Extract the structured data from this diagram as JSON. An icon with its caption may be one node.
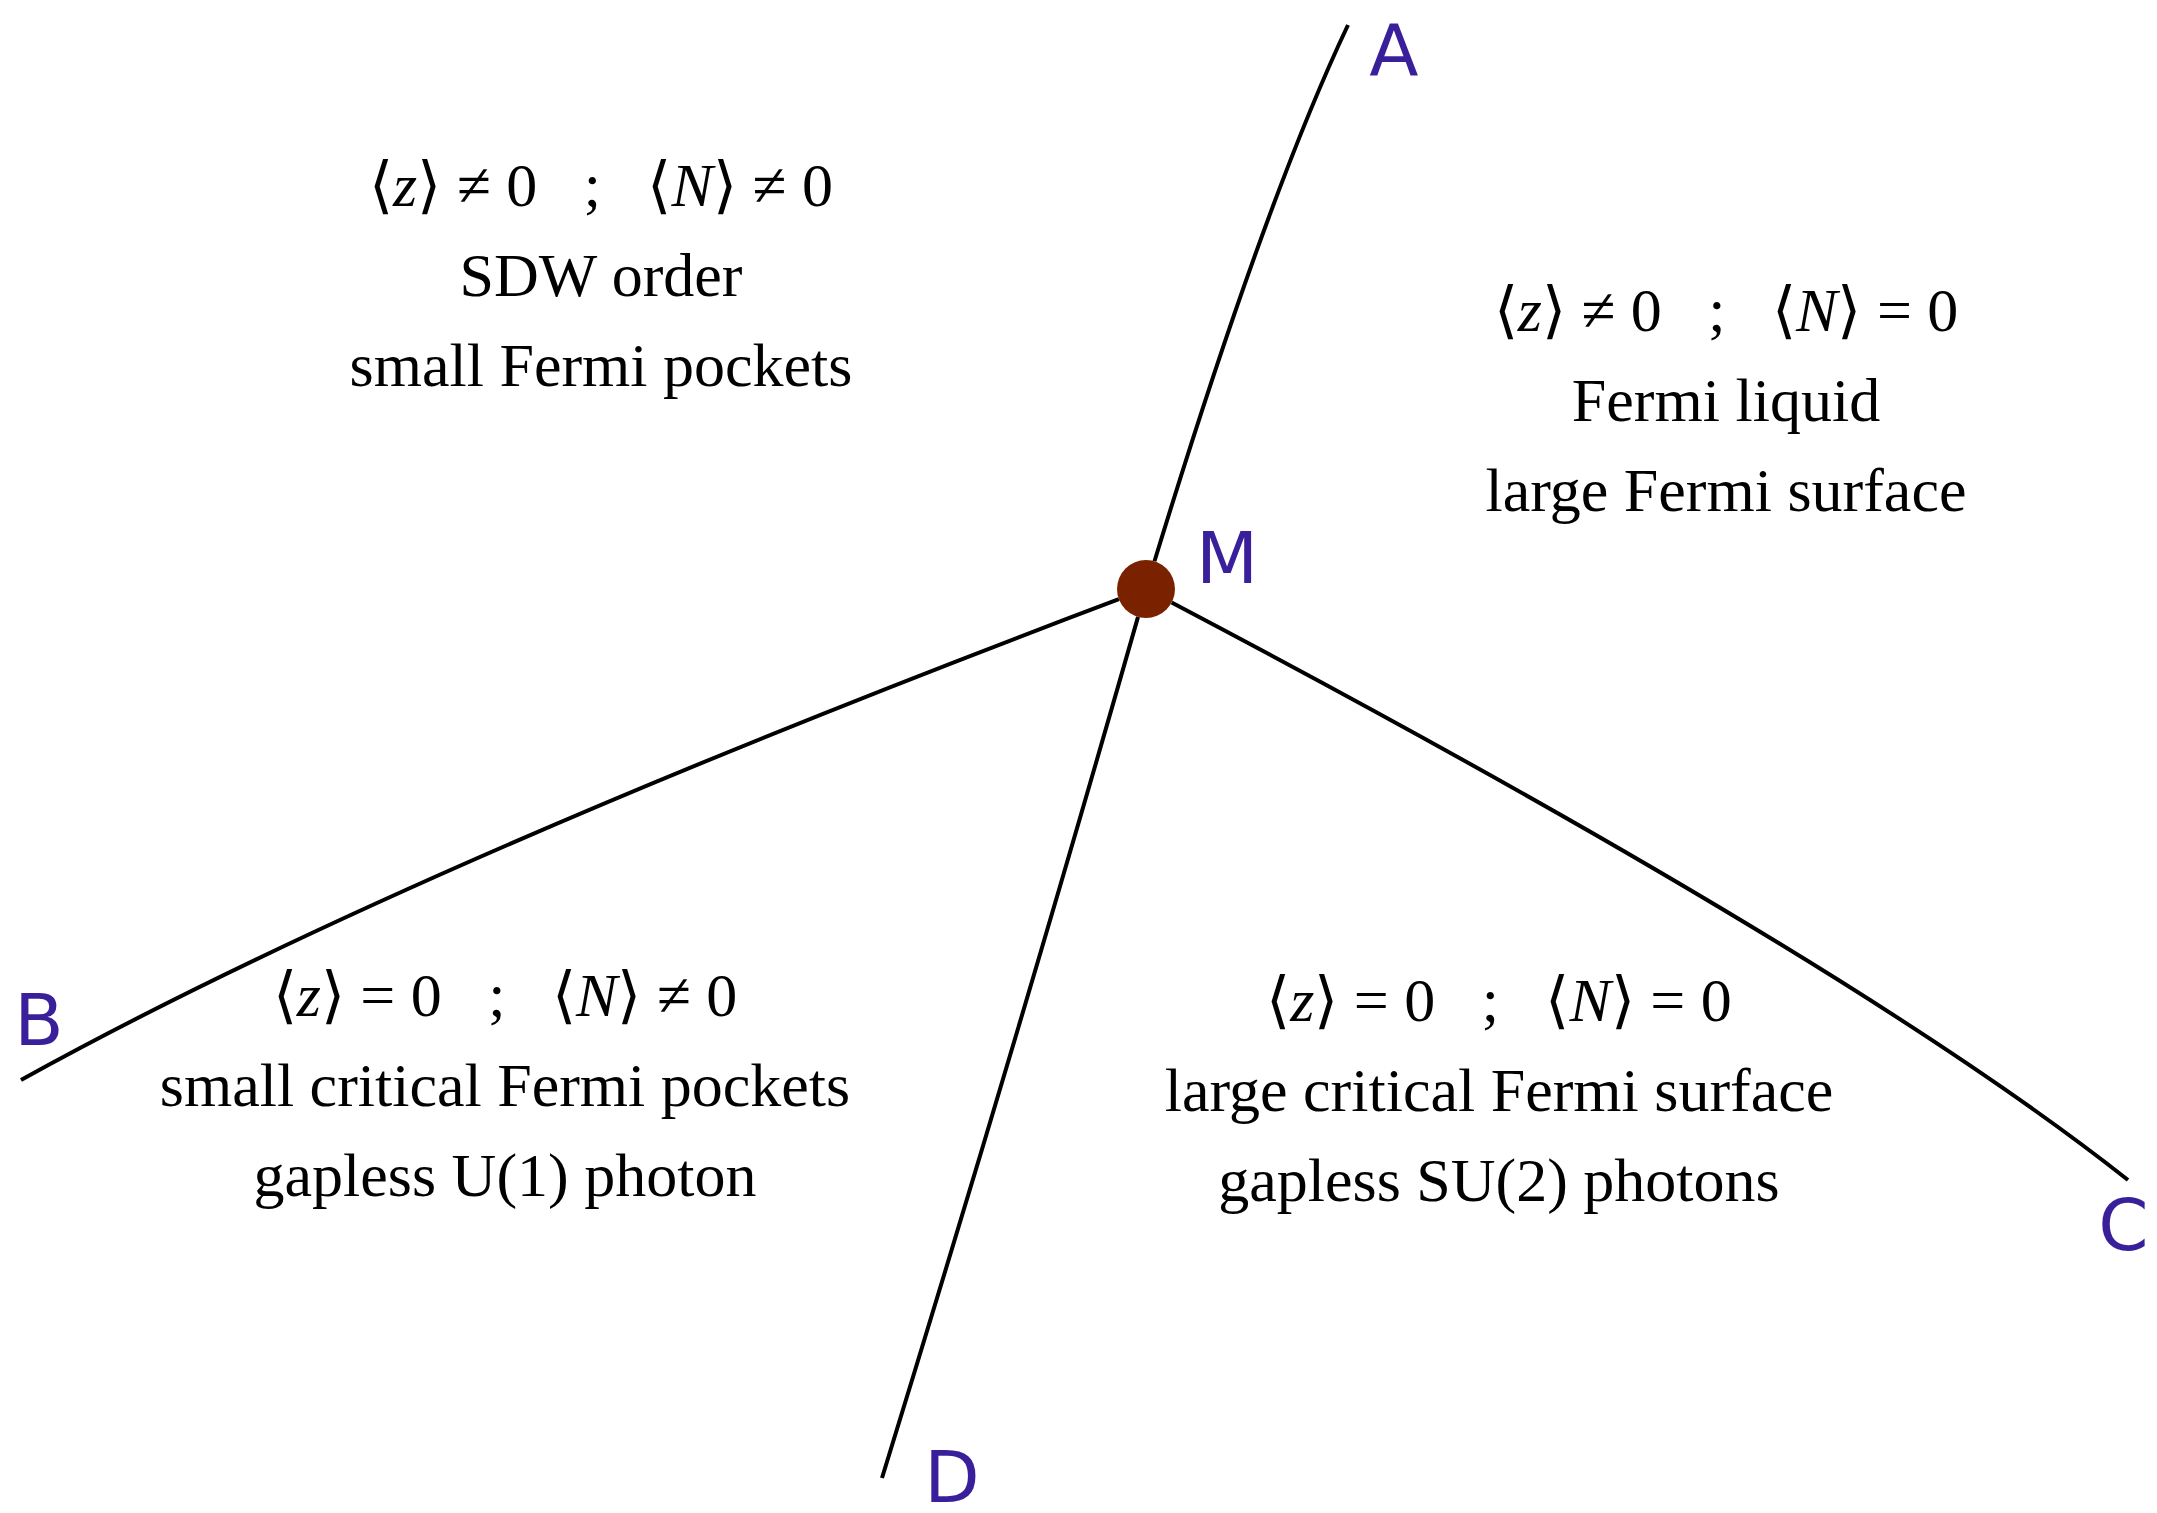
{
  "diagram": {
    "nodes": [
      {
        "text": [],
        "shape": "circle",
        "beside": [
          "M"
        ]
      },
      {
        "text": [
          "A"
        ]
      },
      {
        "text": [
          "B"
        ]
      },
      {
        "text": [
          "C"
        ]
      },
      {
        "text": [
          "D"
        ]
      }
    ],
    "edges": [
      {
        "from": 0,
        "to": 1,
        "arrow": "none"
      },
      {
        "from": 0,
        "to": 2,
        "arrow": "none"
      },
      {
        "from": 0,
        "to": 3,
        "arrow": "none"
      },
      {
        "from": 0,
        "to": 4,
        "arrow": "none"
      }
    ],
    "labels": [
      "⟨*z*⟩ ≠ 0   ;   ⟨*N*⟩ ≠ 0",
      "SDW order",
      "small Fermi pockets",
      "⟨*z*⟩ ≠ 0   ;   ⟨*N*⟩ = 0",
      "Fermi liquid",
      "large Fermi surface",
      "⟨*z*⟩ = 0   ;   ⟨*N*⟩ ≠ 0",
      "small critical Fermi pockets",
      "gapless U(1) photon",
      "⟨*z*⟩ = 0   ;   ⟨*N*⟩ = 0",
      "large critical Fermi surface",
      "gapless SU(2) photons"
    ]
  }
}
